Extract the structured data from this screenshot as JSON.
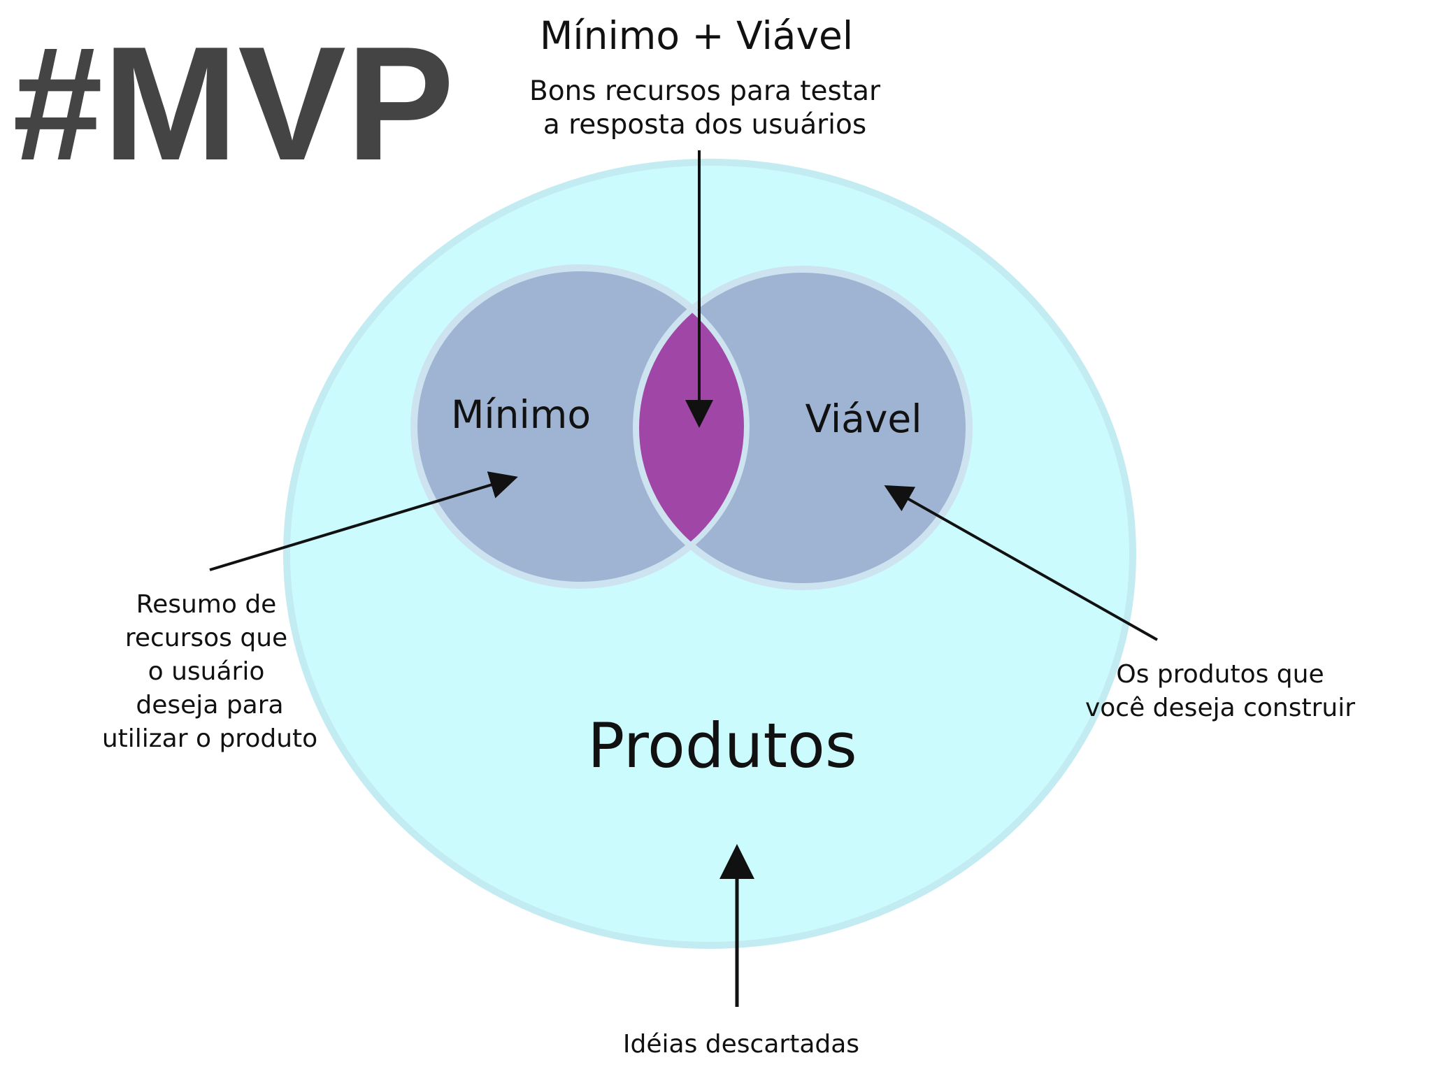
{
  "hashtag": "#MVP",
  "top_title": "Mínimo + Viável",
  "top_caption": [
    "Bons recursos para testar",
    "a resposta dos usuários"
  ],
  "left_circle_label": "Mínimo",
  "right_circle_label": "Viável",
  "outer_label": "Produtos",
  "left_note": [
    "Resumo de",
    "recursos que",
    "o usuário",
    "deseja para",
    "utilizar o produto"
  ],
  "right_note": [
    "Os produtos que",
    "você deseja construir"
  ],
  "bottom_note": "Idéias descartadas",
  "colors": {
    "hashtag": "#444444",
    "outer_circle": "#ccfbfd",
    "outer_ring": "#c2ecf2",
    "inner_circle": "#9fb4d3",
    "inner_ring": "#cde3ef",
    "intersection": "#a046a6",
    "arrow": "#111111",
    "text": "#111111"
  }
}
